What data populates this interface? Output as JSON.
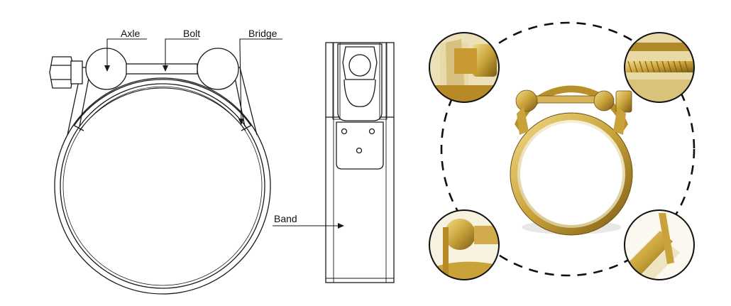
{
  "labels": {
    "axle": "Axle",
    "bolt": "Bolt",
    "bridge": "Bridge",
    "band": "Band"
  },
  "colors": {
    "line": "#1a1a1a",
    "brass_light": "#e6c766",
    "brass": "#c9a33a",
    "brass_dark": "#8a6a1c",
    "band_inner": "#efe6c6",
    "dashed_circle": "#111111"
  },
  "illustrations": {
    "side_view": "clamp-side-drawing",
    "front_view": "clamp-front-drawing",
    "photo": "brass-clamp-photo",
    "detail_views": [
      "bridge-bolt-closeup",
      "thread-closeup",
      "axle-closeup",
      "band-edge-closeup"
    ]
  }
}
